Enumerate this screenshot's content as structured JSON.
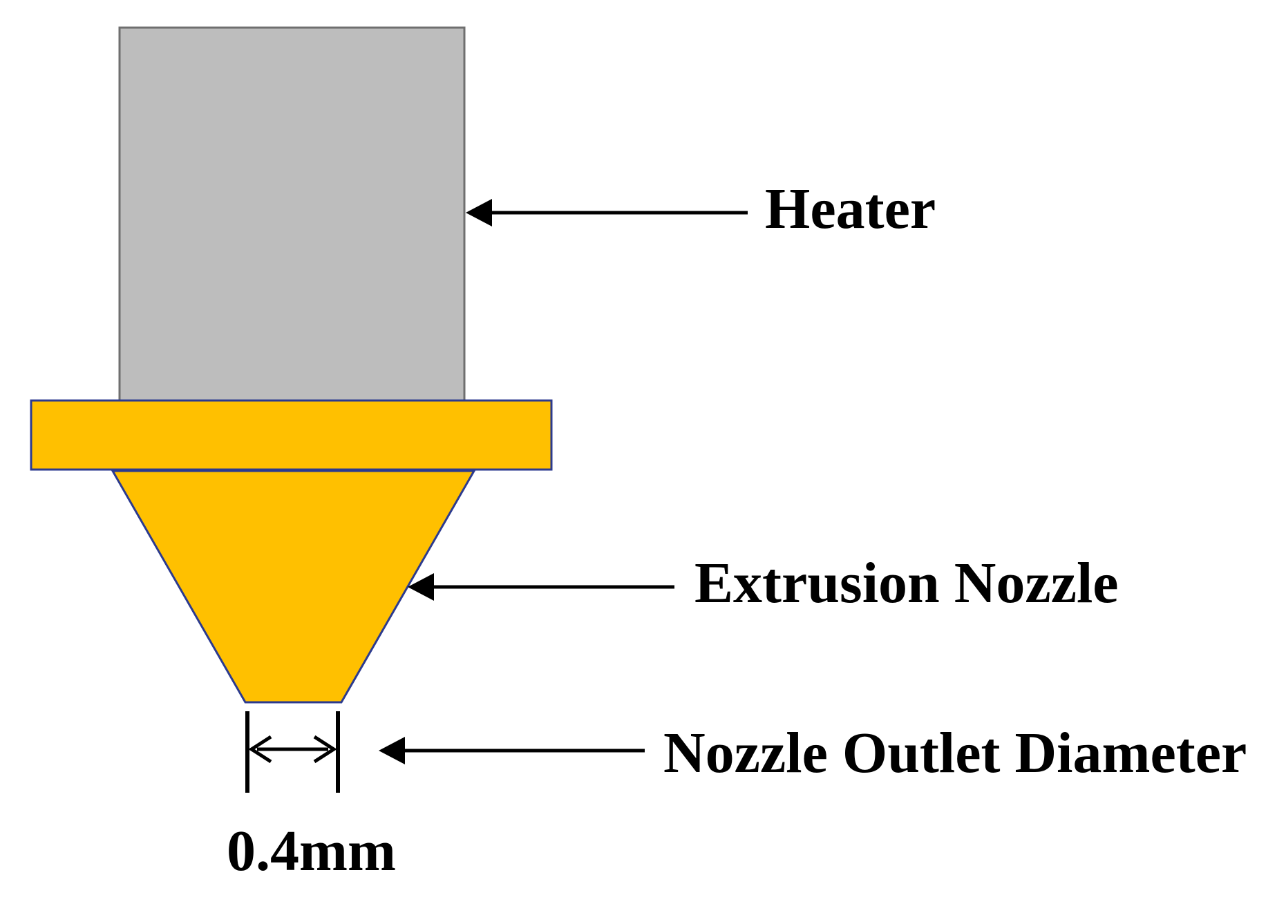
{
  "labels": {
    "heater": "Heater",
    "extrusion_nozzle": "Extrusion Nozzle",
    "nozzle_outlet_diameter": "Nozzle Outlet Diameter",
    "dimension": "0.4mm"
  },
  "colors": {
    "heater_fill": "#bdbdbd",
    "heater_stroke": "#6f6f6f",
    "nozzle_fill": "#ffc000",
    "nozzle_stroke": "#2b3a8f",
    "line": "#000000"
  }
}
